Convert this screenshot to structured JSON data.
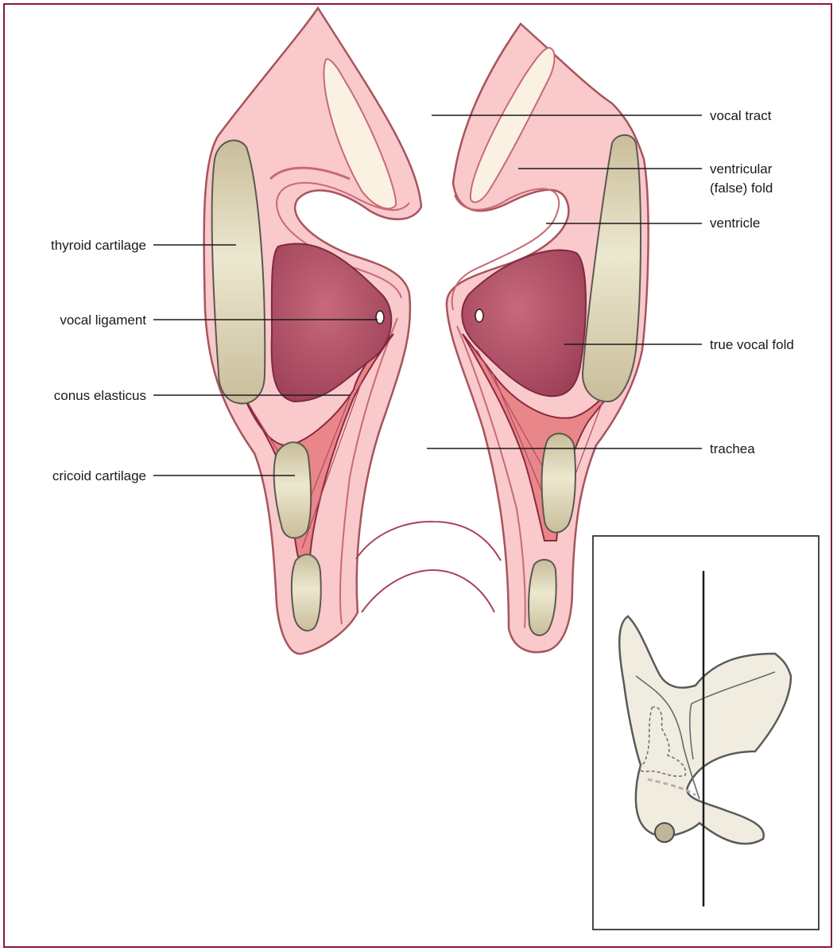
{
  "labels": {
    "vocal_tract": "vocal tract",
    "ventricular_line1": "ventricular",
    "ventricular_line2": "(false) fold",
    "ventricle": "ventricle",
    "true_vocal_fold": "true vocal fold",
    "trachea": "trachea",
    "thyroid_cartilage": "thyroid cartilage",
    "vocal_ligament": "vocal ligament",
    "conus_elasticus": "conus elasticus",
    "cricoid_cartilage": "cricoid cartilage"
  },
  "colors": {
    "frame": "#8b1a3a",
    "mucosa": "#f9c9cc",
    "mucosa_outline": "#a8545c",
    "cartilage": "#d8d0b0",
    "muscle": "#c45a70",
    "elastic": "#e8868a",
    "inset_fill": "#f1ece0"
  }
}
